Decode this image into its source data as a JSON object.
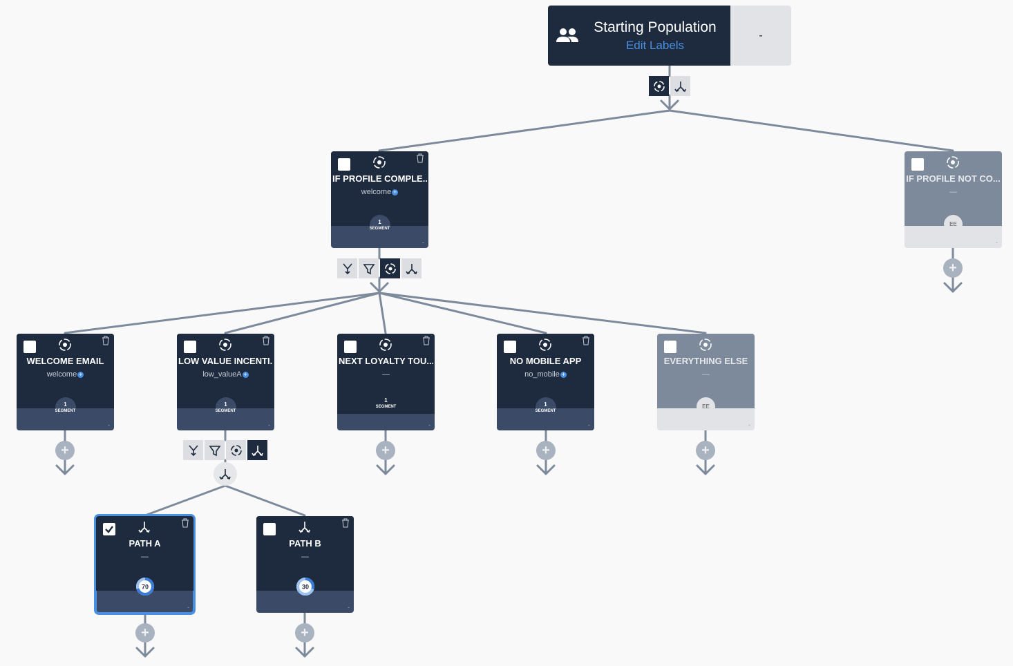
{
  "start": {
    "title": "Starting Population",
    "link": "Edit Labels",
    "side_value": "-"
  },
  "nodes": {
    "profile_complete": {
      "title": "IF PROFILE COMPLE...",
      "label": "welcome",
      "count": "1",
      "unit": "SEGMENT",
      "dot": "-"
    },
    "profile_not": {
      "title": "IF PROFILE NOT CO...",
      "label": "—",
      "badge": "EE",
      "dot": "-"
    },
    "welcome_email": {
      "title": "WELCOME EMAIL",
      "label": "welcome",
      "count": "1",
      "unit": "SEGMENT",
      "dot": "-"
    },
    "low_value": {
      "title": "LOW VALUE INCENTI...",
      "label": "low_valueA",
      "count": "1",
      "unit": "SEGMENT",
      "dot": "-"
    },
    "next_loyalty": {
      "title": "NEXT LOYALTY TOU...",
      "label": "—",
      "count": "1",
      "unit": "SEGMENT",
      "dot": "-"
    },
    "no_mobile": {
      "title": "NO MOBILE APP",
      "label": "no_mobile",
      "count": "1",
      "unit": "SEGMENT",
      "dot": "-"
    },
    "everything_else": {
      "title": "EVERYTHING ELSE",
      "label": "—",
      "badge": "EE",
      "dot": "-"
    },
    "path_a": {
      "title": "PATH A",
      "label": "—",
      "percent": "70",
      "percent_value": 70,
      "dot": "-",
      "checked": true
    },
    "path_b": {
      "title": "PATH B",
      "label": "—",
      "percent": "30",
      "percent_value": 30,
      "dot": "-",
      "checked": false
    }
  },
  "icons": {
    "start": "people-icon",
    "checkbox": "checkbox-icon",
    "target": "target-icon",
    "split": "split-icon",
    "filter": "filter-icon",
    "merge": "merge-icon",
    "trash": "trash-icon",
    "add": "add-icon"
  },
  "colors": {
    "node_dark": "#1e2a3d",
    "node_footer": "#3b4a67",
    "node_gray": "#7d8a9b",
    "accent": "#4a90e2",
    "edge": "#7d8a9b",
    "background": "#f9f9f9"
  }
}
